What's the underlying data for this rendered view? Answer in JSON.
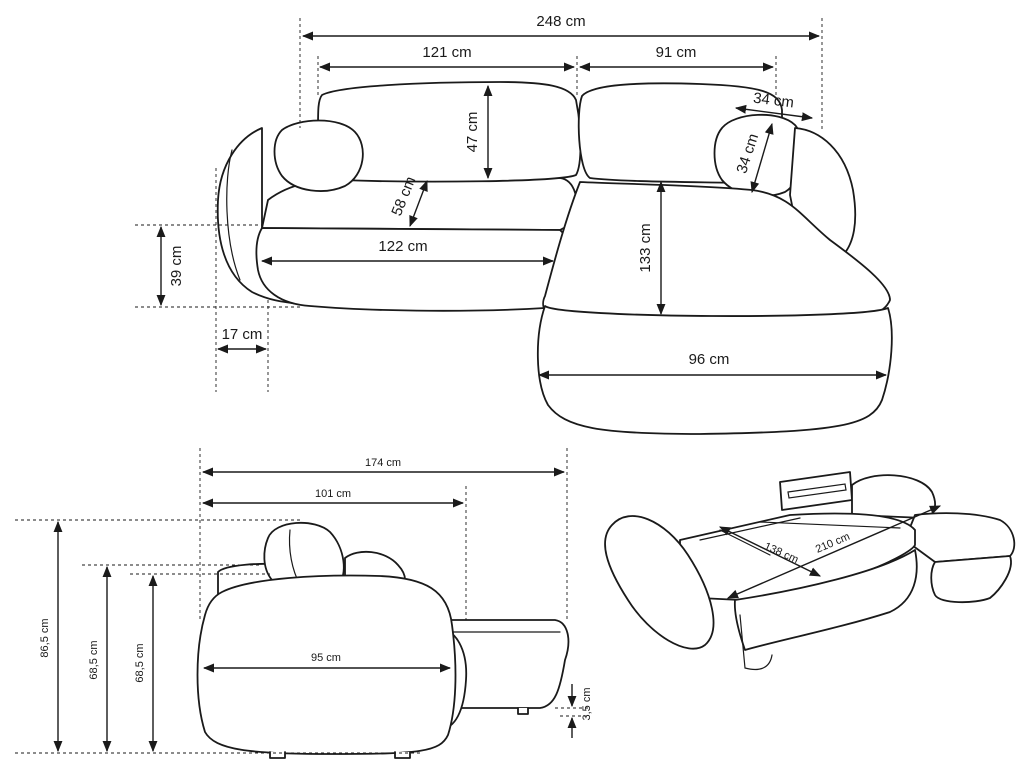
{
  "colors": {
    "line": "#1a1a1a",
    "background": "#ffffff"
  },
  "top_view": {
    "overall_width": "248 cm",
    "left_section_width": "121 cm",
    "right_section_width": "91 cm",
    "backrest_height": "47 cm",
    "pillow_width": "34 cm",
    "pillow_height": "34 cm",
    "seat_depth": "58 cm",
    "seat_width": "122 cm",
    "armrest_height": "39 cm",
    "chaise_length": "133 cm",
    "armrest_width": "17 cm",
    "chaise_width": "96 cm"
  },
  "side_view": {
    "overall_depth": "174 cm",
    "seat_depth": "101 cm",
    "total_height": "86,5 cm",
    "back_height": "68,5 cm",
    "back_height_2": "68,5 cm",
    "body_width": "95 cm",
    "feet_height": "3,5 cm"
  },
  "bed_view": {
    "bed_width": "138 cm",
    "bed_length": "210 cm"
  }
}
